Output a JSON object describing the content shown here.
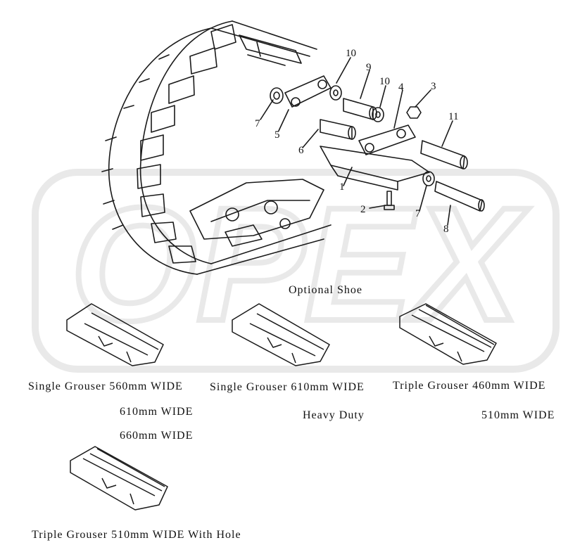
{
  "watermark": {
    "text": "OPEX"
  },
  "callouts": [
    "10",
    "9",
    "10",
    "4",
    "3",
    "11",
    "7",
    "5",
    "6",
    "1",
    "2",
    "7",
    "8"
  ],
  "optional_shoe_title": "Optional Shoe",
  "shoe_labels": {
    "single_grouser_a": [
      "Single Grouser 560mm WIDE",
      "610mm WIDE",
      "660mm WIDE"
    ],
    "single_grouser_b": [
      "Single Grouser 610mm WIDE",
      "Heavy Duty"
    ],
    "triple_grouser_a": [
      "Triple Grouser 460mm WIDE",
      "510mm WIDE"
    ],
    "triple_grouser_b": [
      "Triple Grouser 510mm WIDE With Hole"
    ]
  },
  "colors": {
    "line": "#1a1a1a",
    "watermark": "#7a7a7a"
  },
  "icons": [
    "track-chain-illustration",
    "shoe-icon",
    "pin-icon",
    "bushing-icon",
    "bolt-icon",
    "nut-icon",
    "seal-icon",
    "link-icon"
  ]
}
